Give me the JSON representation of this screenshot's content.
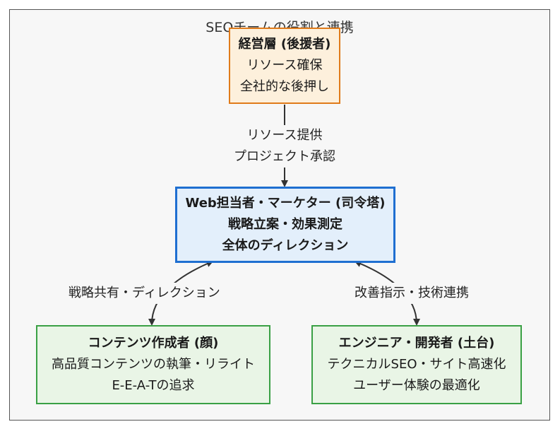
{
  "diagram": {
    "title": "SEOチームの役割と連携",
    "nodes": {
      "exec": {
        "title": "経営層 (後援者)",
        "lines": [
          "リソース確保",
          "全社的な後押し"
        ]
      },
      "web": {
        "title": "Web担当者・マーケター (司令塔)",
        "lines": [
          "戦略立案・効果測定",
          "全体のディレクション"
        ]
      },
      "content": {
        "title": "コンテンツ作成者 (顔)",
        "lines": [
          "高品質コンテンツの執筆・リライト",
          "E-E-A-Tの追求"
        ]
      },
      "eng": {
        "title": "エンジニア・開発者 (土台)",
        "lines": [
          "テクニカルSEO・サイト高速化",
          "ユーザー体験の最適化"
        ]
      }
    },
    "edges": {
      "exec_web": [
        "リソース提供",
        "プロジェクト承認"
      ],
      "web_content": "戦略共有・ディレクション",
      "web_eng": "改善指示・技術連携"
    },
    "colors": {
      "exec_fill": "#fdf0dc",
      "exec_border": "#e07b1a",
      "web_fill": "#e3effb",
      "web_border": "#1f6fd1",
      "team_fill": "#e9f5e6",
      "team_border": "#3aa045"
    }
  }
}
